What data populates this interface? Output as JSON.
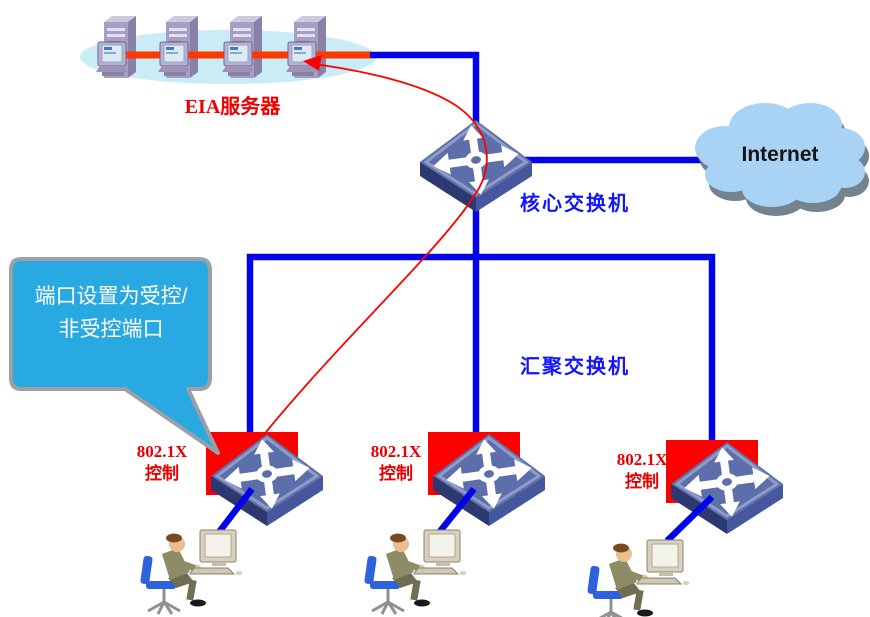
{
  "nodes": {
    "server_farm": {
      "label": "EIA服务器",
      "server_count": 4
    },
    "core_switch": {
      "label": "核心交换机"
    },
    "aggregation": {
      "label": "汇聚交换机"
    },
    "internet": {
      "label": "Internet"
    },
    "access_switches": [
      {
        "label_line1": "802.1X",
        "label_line2": "控制"
      },
      {
        "label_line1": "802.1X",
        "label_line2": "控制"
      },
      {
        "label_line1": "802.1X",
        "label_line2": "控制"
      }
    ],
    "workstation_count": 3
  },
  "callout": {
    "line1": "端口设置为受控/",
    "line2": "非受控端口"
  },
  "colors": {
    "link_blue": "#0404e8",
    "server_link_orange": "#ff3800",
    "highlight_red": "#ff0000",
    "label_red": "#e80000",
    "label_blue": "#1414ff",
    "callout_fill": "#29a9e1",
    "callout_border": "#9ba0a6",
    "cloud_fill": "#a9d3f4",
    "ellipse_fill": "#c9ecf7",
    "arrow_red": "#ff0000",
    "switch_top": "#5d6faa",
    "switch_side_dark": "#2c3970",
    "switch_side_light": "#46579e"
  }
}
